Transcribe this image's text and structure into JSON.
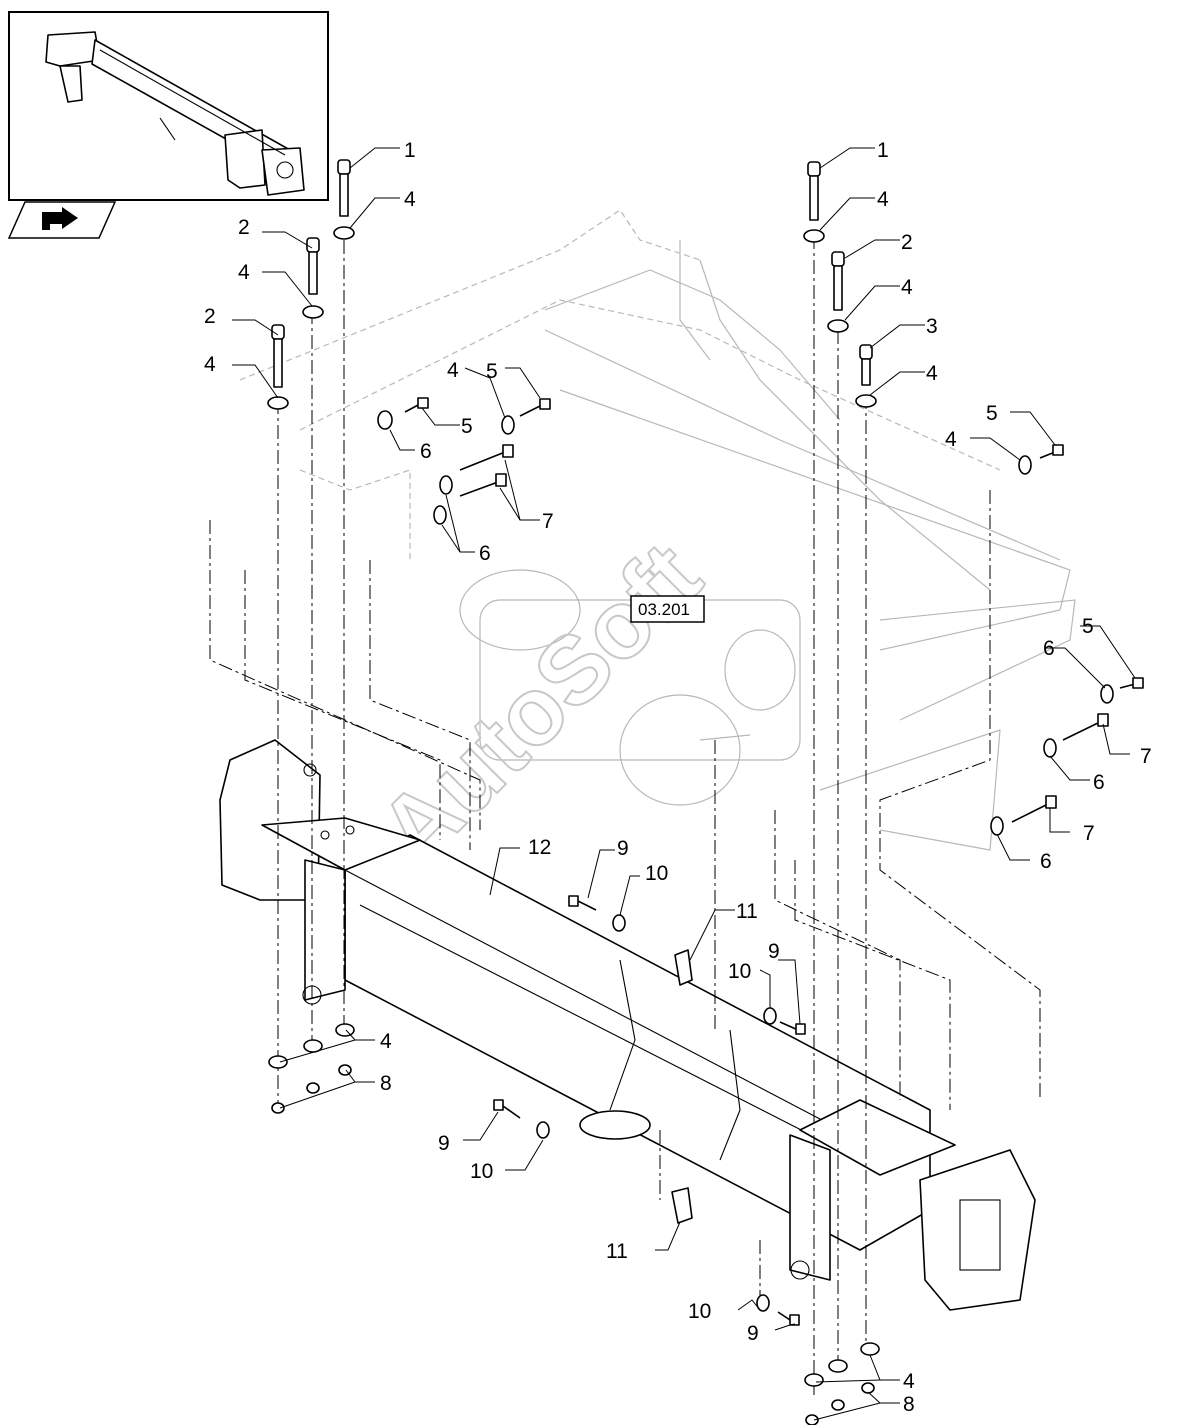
{
  "callouts": {
    "c1a": "1",
    "c4a": "4",
    "c2a": "2",
    "c4b": "4",
    "c2b": "2",
    "c4c": "4",
    "c5a": "5",
    "c4d": "4",
    "c5b": "5",
    "c6a": "6",
    "c7a": "7",
    "c6b": "6",
    "c1b": "1",
    "c4e": "4",
    "c2c": "2",
    "c4f": "4",
    "c3a": "3",
    "c4g": "4",
    "c5c": "5",
    "c4h": "4",
    "c5d": "5",
    "c6c": "6",
    "c7b": "7",
    "c6d": "6",
    "c7c": "7",
    "c6e": "6",
    "c12": "12",
    "c9a": "9",
    "c10a": "10",
    "c11a": "11",
    "c9b": "9",
    "c10b": "10",
    "c4i": "4",
    "c8a": "8",
    "c9c": "9",
    "c10c": "10",
    "c11b": "11",
    "c10d": "10",
    "c9d": "9",
    "c4j": "4",
    "c8b": "8"
  },
  "reference": "03.201",
  "watermark": "AutoSoft",
  "icons": {
    "thumbnail": "axle-beam-thumbnail",
    "nav": "back-arrow-icon"
  }
}
